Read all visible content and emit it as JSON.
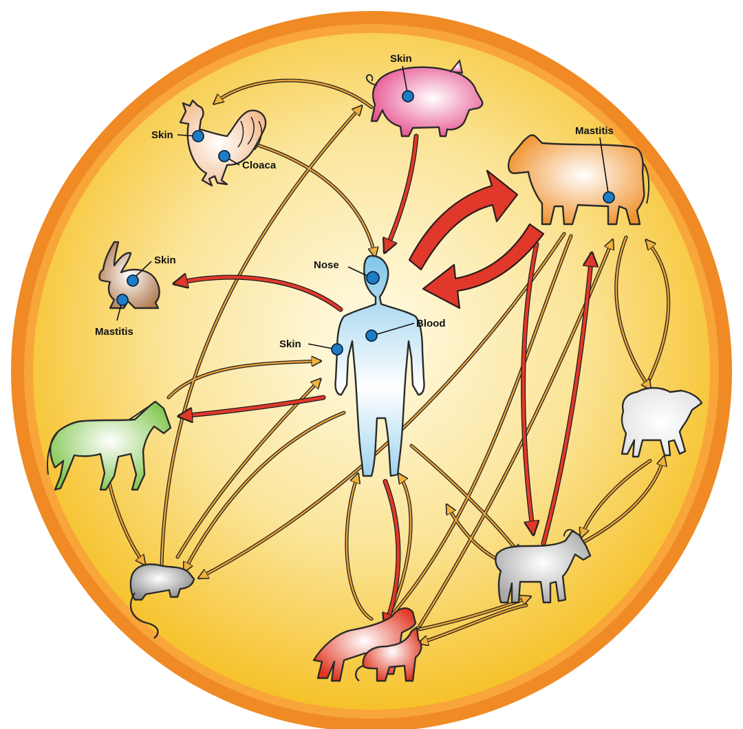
{
  "labels": {
    "pig_skin": "Skin",
    "chicken_skin": "Skin",
    "chicken_cloaca": "Cloaca",
    "cow_mastitis": "Mastitis",
    "rabbit_skin": "Skin",
    "rabbit_mastitis": "Mastitis",
    "human_nose": "Nose",
    "human_blood": "Blood",
    "human_skin": "Skin"
  },
  "icons": [
    "pig-icon",
    "chicken-icon",
    "cow-icon",
    "rabbit-icon",
    "human-icon",
    "horse-icon",
    "rat-icon",
    "sheep-icon",
    "goat-icon",
    "dog-icon",
    "cat-icon"
  ],
  "colors": {
    "ring": "#ef8a25",
    "background_center": "#fffbe6",
    "background_edge": "#f6c22a",
    "major_arrow": "#e0382a",
    "minor_arrow": "#d8a23a",
    "site_marker": "#1f7cc4",
    "pig": "#e6528f",
    "chicken": "#f2b98a",
    "cow": "#f0922e",
    "rabbit": "#b07a4e",
    "human": "#7ec6e8",
    "horse": "#7cc447",
    "rat": "#a9a9a9",
    "sheep": "#f2f2f2",
    "goat": "#b9b9b9",
    "dog": "#e0341f",
    "cat": "#e0341f"
  }
}
